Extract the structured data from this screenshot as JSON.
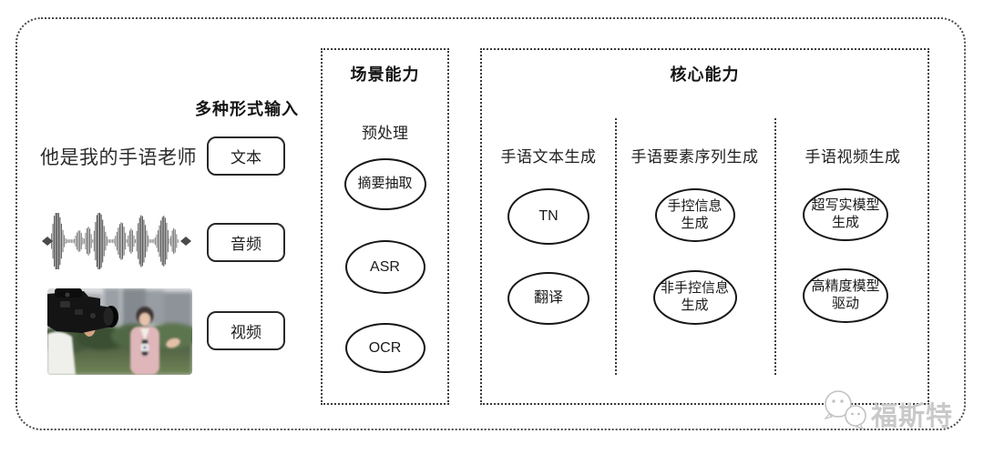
{
  "colors": {
    "ink": "#1c1c1c",
    "dotted_border": "#3c3c3c",
    "watermark_gray": "#c9c9c9",
    "photo_jacket_pink": "#dfb6ba",
    "photo_hedge_green": "#4a5a40"
  },
  "input_section": {
    "header": "多种形式输入",
    "sample_sentence": "他是我的手语老师",
    "types": [
      {
        "label": "文本"
      },
      {
        "label": "音频"
      },
      {
        "label": "视频"
      }
    ],
    "icons": [
      {
        "name": "audio-waveform"
      },
      {
        "name": "video-thumbnail"
      }
    ]
  },
  "scene_box": {
    "title": "场景能力",
    "stage_label": "预处理",
    "nodes": [
      {
        "label": "摘要抽取"
      },
      {
        "label": "ASR"
      },
      {
        "label": "OCR"
      }
    ]
  },
  "core_box": {
    "title": "核心能力",
    "columns": [
      {
        "label": "手语文本生成",
        "nodes": [
          {
            "label": "TN"
          },
          {
            "label": "翻译"
          }
        ]
      },
      {
        "label": "手语要素序列生成",
        "nodes": [
          {
            "label": "手控信息\n生成"
          },
          {
            "label": "非手控信息\n生成"
          }
        ]
      },
      {
        "label": "手语视频生成",
        "nodes": [
          {
            "label": "超写实模型\n生成"
          },
          {
            "label": "高精度模型\n驱动"
          }
        ]
      }
    ]
  },
  "watermark": {
    "text": "福斯特",
    "logo": "chat-bubbles-logo"
  }
}
